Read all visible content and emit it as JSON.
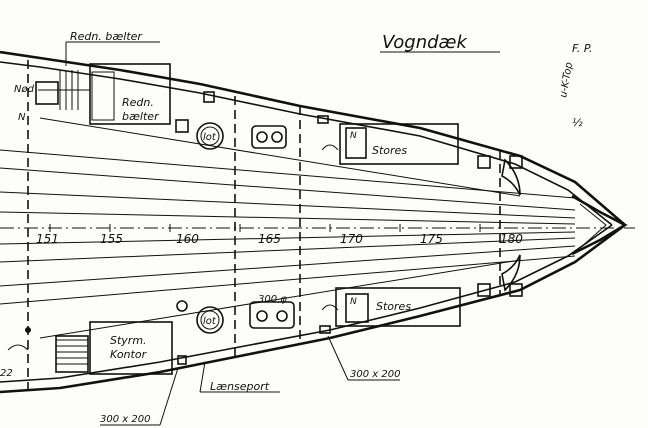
{
  "drawing": {
    "title": "Vogndæk",
    "fp_label": "F. P.",
    "ktop_label": "u-K-Top",
    "side_mark": "½"
  },
  "labels": {
    "redn_baelter_top": "Redn. bælter",
    "redn_upper": "Redn.",
    "baelter_lower": "bælter",
    "nod": "Nød",
    "n_mark_left": "N",
    "stores_upper": "Stores",
    "stores_lower": "Stores",
    "lot_upper": "lot",
    "lot_lower": "lot",
    "n_upper_stores": "N",
    "n_lower_stores": "N",
    "size_300_phi": "300 φ",
    "styrm": "Styrm.",
    "kontor": "Kontor",
    "laenseport": "Lænseport",
    "size_300x200_right": "300 x 200",
    "size_300x200_left": "300 x 200",
    "frame_22": "22"
  },
  "frames": [
    "151",
    "155",
    "160",
    "165",
    "170",
    "175",
    "180"
  ]
}
